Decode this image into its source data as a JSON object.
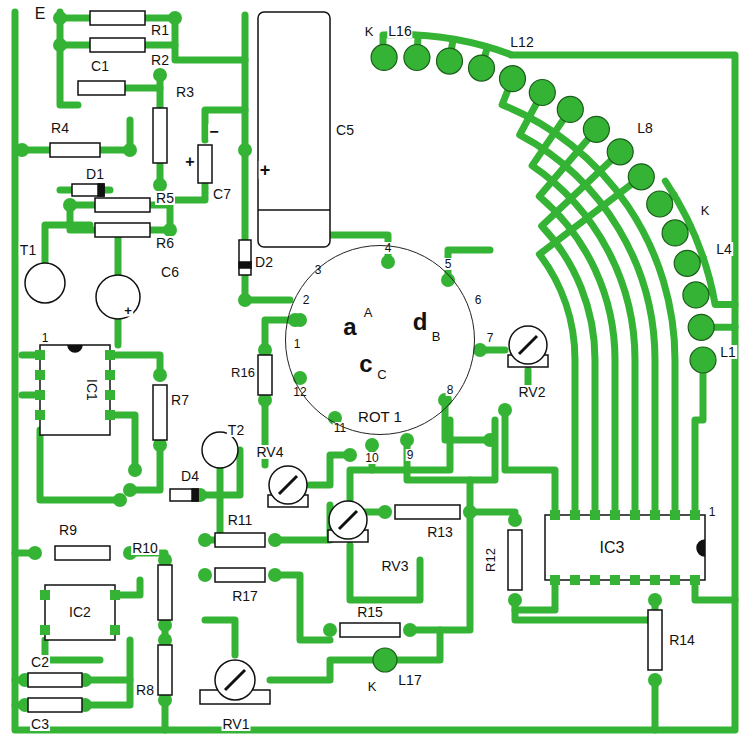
{
  "diagram": {
    "nodes": [
      {
        "text": [
          "ROT 1"
        ]
      }
    ],
    "labels": [
      "E",
      "R1",
      "R2",
      "C1",
      "R3",
      "R4",
      "−",
      "C5",
      "+",
      "+",
      "C7",
      "D1",
      "R5",
      "R6",
      "D2",
      "T1",
      "C6",
      "+",
      "1",
      "IC1",
      "R7",
      "R16",
      "T2",
      "RV4",
      "A",
      "a",
      "B",
      "d",
      "C",
      "c",
      "1",
      "2",
      "3",
      "4",
      "5",
      "6",
      "7",
      "8",
      "9",
      "10",
      "11",
      "12",
      "RV2",
      "RV3",
      "R13",
      "R12",
      "IC3",
      "1",
      "R14",
      "R9",
      "D4",
      "R10",
      "R11",
      "R17",
      "IC2",
      "C2",
      "C3",
      "R8",
      "RV1",
      "R15",
      "L17",
      "K",
      "K",
      "L16",
      "L12",
      "L8",
      "K",
      "L4",
      "L1"
    ]
  }
}
